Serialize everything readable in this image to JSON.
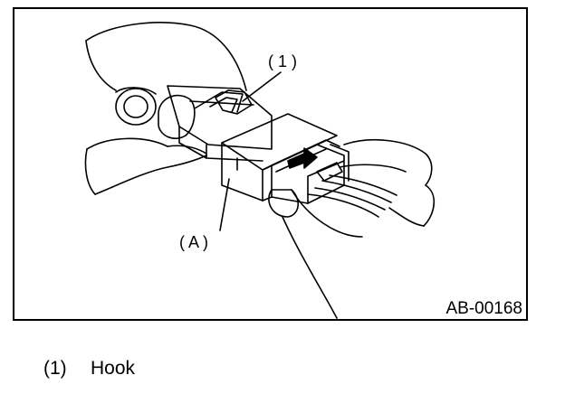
{
  "figure": {
    "label_hook": "( 1 )",
    "label_connector": "( A )",
    "figure_id": "AB-00168"
  },
  "legend": [
    {
      "num": "(1)",
      "text": "Hook"
    }
  ]
}
